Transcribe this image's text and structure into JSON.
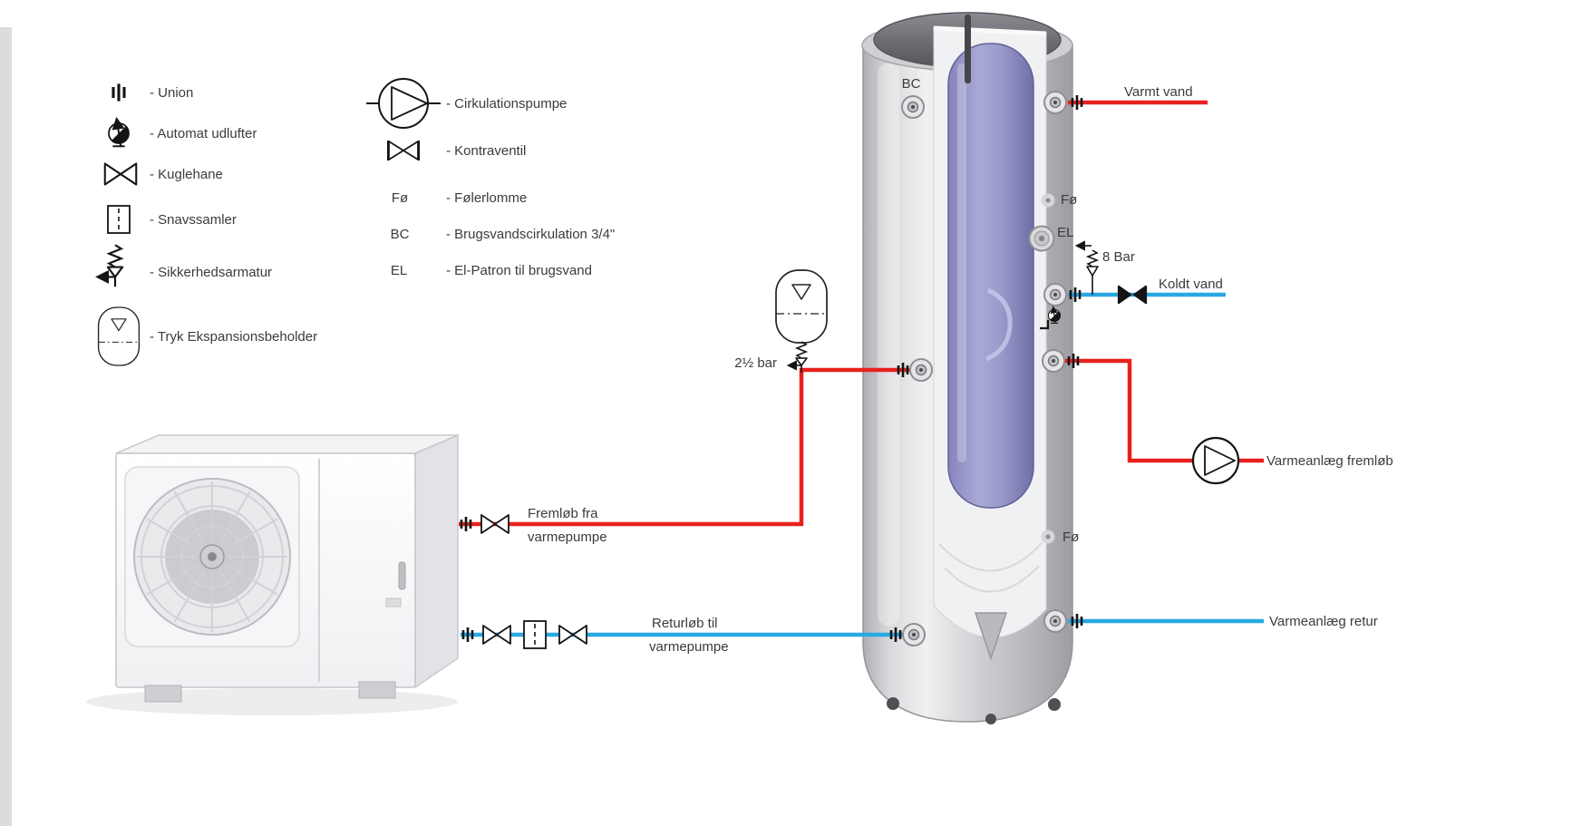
{
  "colors": {
    "hot": "#e8211d",
    "cold": "#29a9e2"
  },
  "legend_left": {
    "items": [
      {
        "icon": "union-icon",
        "label": "- Union"
      },
      {
        "icon": "auto-air-vent-icon",
        "label": "- Automat udlufter"
      },
      {
        "icon": "ball-valve-icon",
        "label": "- Kuglehane"
      },
      {
        "icon": "strainer-icon",
        "label": "- Snavssamler"
      },
      {
        "icon": "safety-valve-icon",
        "label": "- Sikkerhedsarmatur"
      },
      {
        "icon": "expansion-vessel-icon",
        "label": "- Tryk Ekspansionsbeholder"
      }
    ]
  },
  "legend_right": {
    "items": [
      {
        "icon": "circulation-pump-icon",
        "label": "- Cirkulationspumpe"
      },
      {
        "icon": "check-valve-icon",
        "label": "- Kontraventil"
      },
      {
        "abbr": "Fø",
        "label": "- Følerlomme"
      },
      {
        "abbr": "BC",
        "label": "- Brugsvandscirkulation 3/4\""
      },
      {
        "abbr": "EL",
        "label": "- El-Patron til brugsvand"
      }
    ]
  },
  "diagram_labels": {
    "varmt_vand": "Varmt vand",
    "koldt_vand": "Koldt vand",
    "varmeanlaeg_fremloeb": "Varmeanlæg fremløb",
    "varmeanlaeg_retur": "Varmeanlæg retur",
    "fremloeb_fra_line1": "Fremløb fra",
    "fremloeb_fra_line2": "varmepumpe",
    "returloeb_til_line1": "Returløb til",
    "returloeb_til_line2": "varmepumpe",
    "expansion_pressure": "2½ bar",
    "inlet_pressure": "8 Bar",
    "bc": "BC",
    "el": "EL",
    "foe_top": "Fø",
    "foe_bottom": "Fø"
  }
}
